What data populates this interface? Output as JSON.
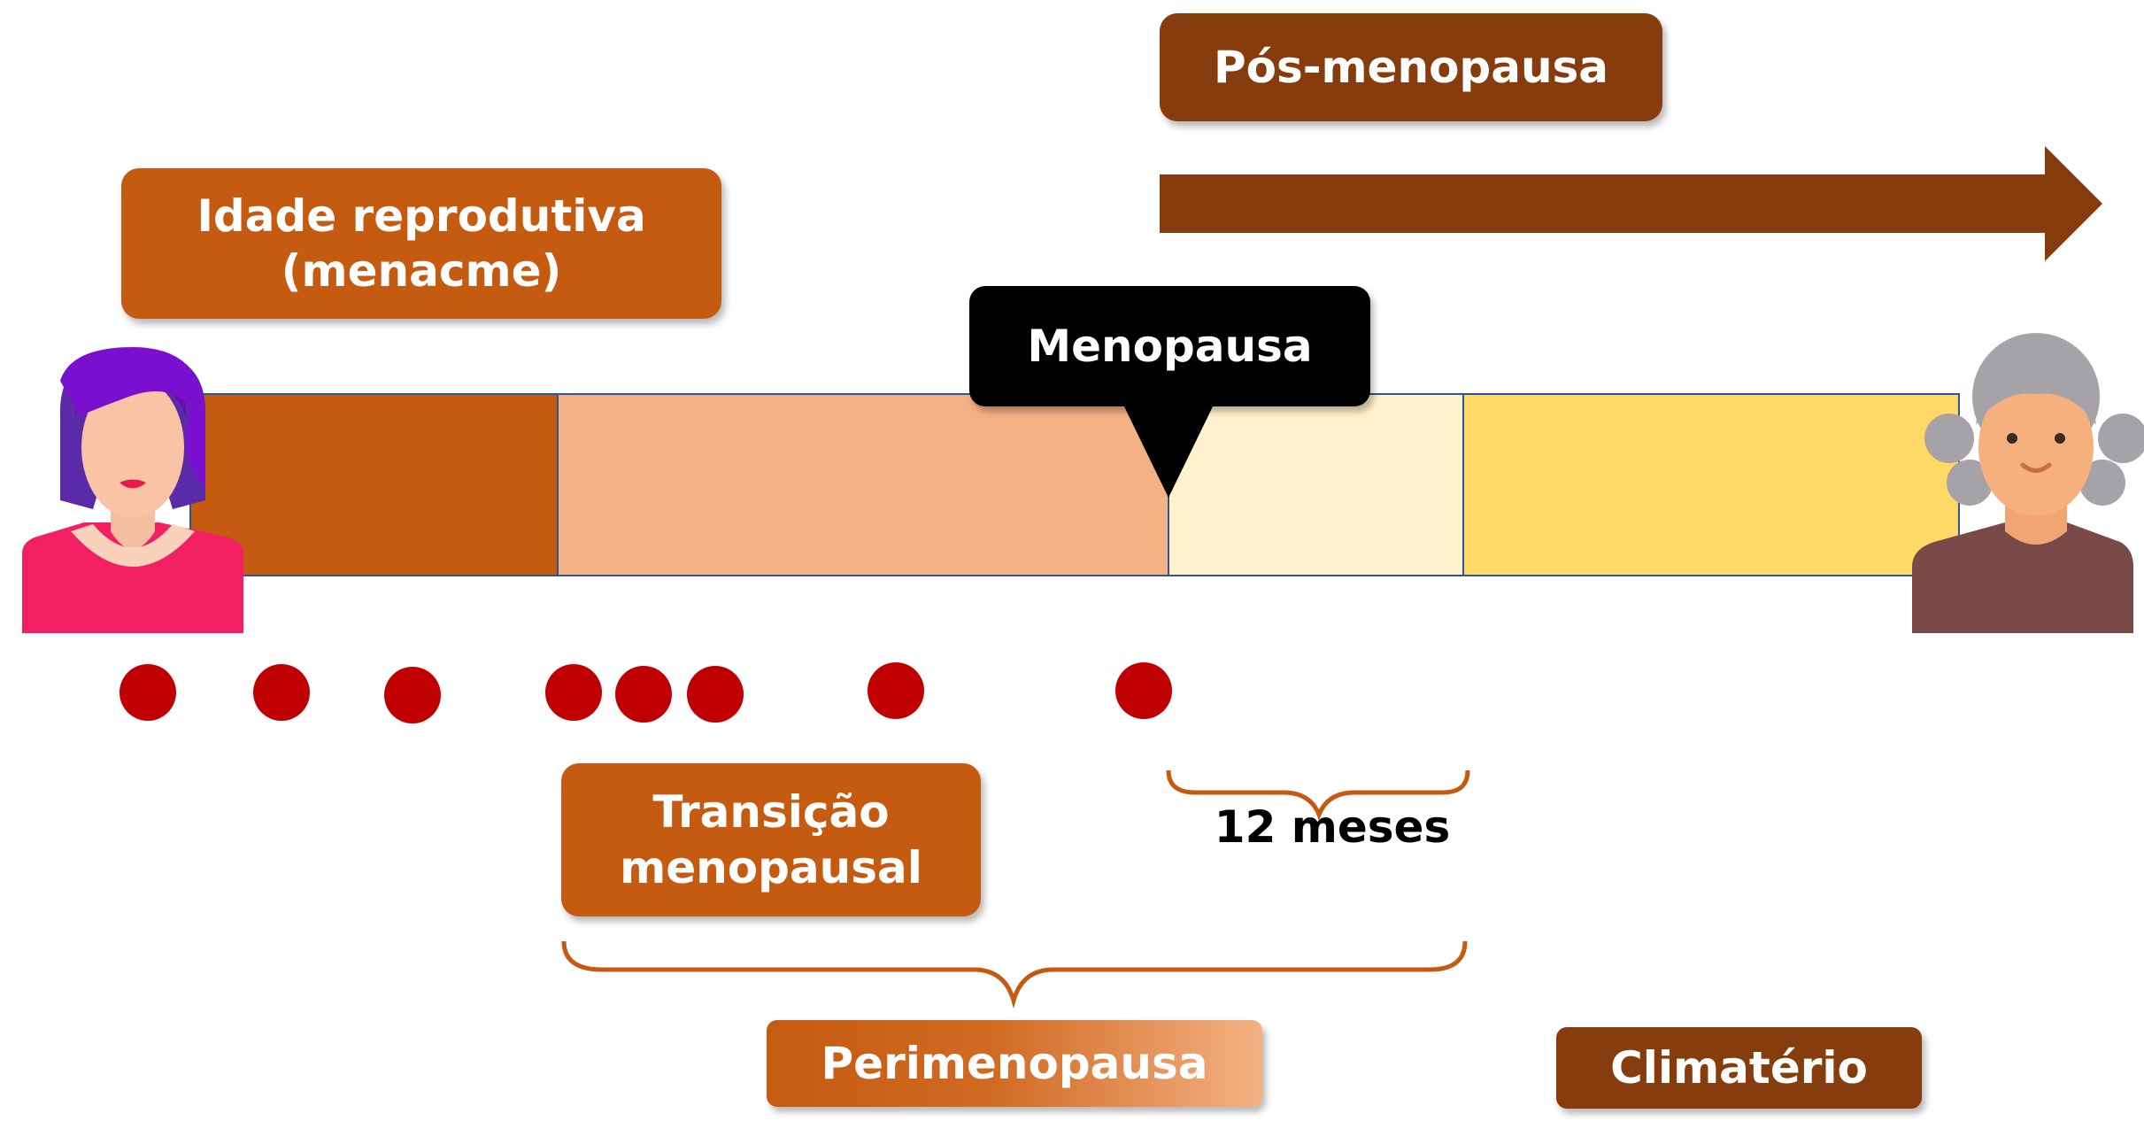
{
  "labels": {
    "pos_menopausa": "Pós-menopausa",
    "idade_line1": "Idade reprodutiva",
    "idade_line2": "(menacme)",
    "menopausa": "Menopausa",
    "transicao_line1": "Transição",
    "transicao_line2": "menopausal",
    "doze_meses": "12 meses",
    "perimenopausa": "Perimenopausa",
    "climaterio": "Climatério"
  },
  "colors": {
    "dark_brown": "#873c0d",
    "orange": "#c55a11",
    "peach": "#f4b183",
    "cream": "#fff2cc",
    "yellow": "#ffd966",
    "black": "#000000",
    "dot_red": "#c00000"
  },
  "icons": {
    "young_woman": "young-woman-icon",
    "elderly_woman": "elderly-woman-icon"
  }
}
